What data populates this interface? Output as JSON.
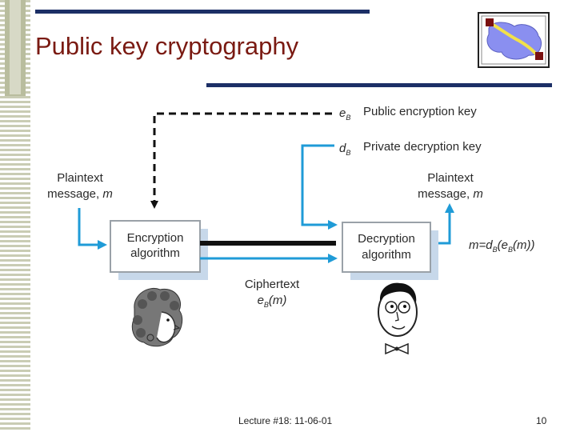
{
  "slide": {
    "title": "Public key cryptography",
    "footer_lecture": "Lecture #18: 11-06-01",
    "page_number": "10"
  },
  "diagram": {
    "public_key_symbol": "e",
    "public_key_sub": "B",
    "public_key_label": "Public encryption key",
    "private_key_symbol": "d",
    "private_key_sub": "B",
    "private_key_label": "Private decryption key",
    "plaintext_left_line1": "Plaintext",
    "plaintext_left_line2": "message,",
    "plaintext_left_var": "m",
    "plaintext_right_line1": "Plaintext",
    "plaintext_right_line2": "message,",
    "plaintext_right_var": "m",
    "encryption_line1": "Encryption",
    "encryption_line2": "algorithm",
    "decryption_line1": "Decryption",
    "decryption_line2": "algorithm",
    "ciphertext_label": "Ciphertext",
    "ciphertext_e": "e",
    "ciphertext_sub": "B",
    "ciphertext_arg": "(m)",
    "result_prefix": "m=d",
    "result_sub1": "B",
    "result_mid": "(e",
    "result_sub2": "B",
    "result_end": "(m))"
  },
  "colors": {
    "title": "#7a1a12",
    "rule": "#1c2f66",
    "arrow_blue": "#1f9bd7",
    "box_shadow": "#c7d8ea"
  }
}
